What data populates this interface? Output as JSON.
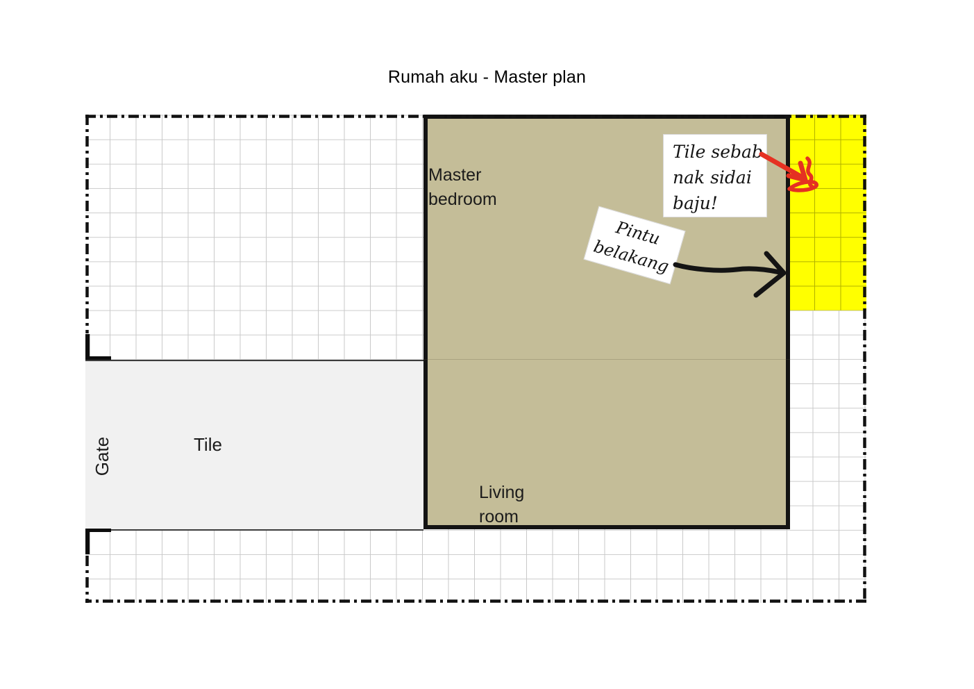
{
  "title": "Rumah aku - Master plan",
  "plan": {
    "labels": {
      "master_bedroom": "Master bedroom",
      "living_room": "Living room",
      "tile": "Tile",
      "gate": "Gate"
    }
  },
  "notes": {
    "tile_note": {
      "text": "Tile sebab nak sidai baju!",
      "lines": [
        "Tile sebab",
        "nak sidai",
        "baju!"
      ]
    },
    "back_door_note": {
      "text": "Pintu belakang",
      "lines": [
        "Pintu",
        "belakang"
      ]
    }
  },
  "colors": {
    "house_fill": "#c4bd98",
    "house_border": "#141414",
    "yellow_tile_fill": "#ffff00",
    "tile_patio_fill": "#f1f1f1",
    "grid_line": "#c9c9c9",
    "boundary": "#111111",
    "red_arrow": "#e53122",
    "black_arrow": "#141414",
    "text": "#1b1b1b"
  }
}
